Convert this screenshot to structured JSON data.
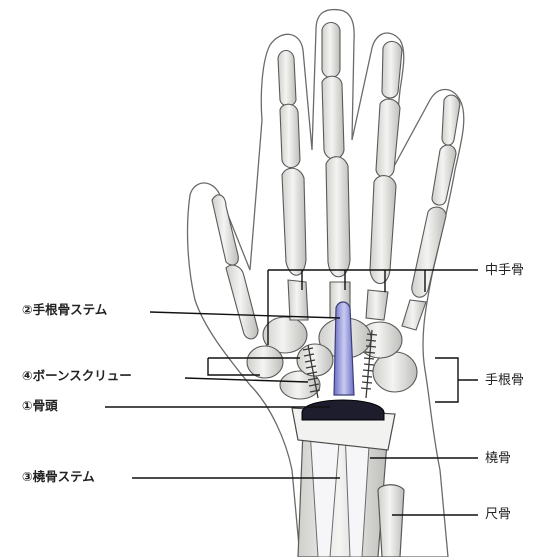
{
  "labels": {
    "metacarpal": "中手骨",
    "carpal_stem": "②手根骨ステム",
    "bone_screw": "④ボーンスクリュー",
    "carpal": "手根骨",
    "bone_head": "①骨頭",
    "radius_stem": "③橈骨ステム",
    "radius": "橈骨",
    "ulna": "尺骨"
  },
  "colors": {
    "bone_fill": "#e9e9e6",
    "bone_stroke": "#5a5a58",
    "implant_blue": "#8c90d8",
    "implant_dark": "#1d1d2e",
    "screw": "#3a3a3a",
    "leader": "#111111"
  }
}
